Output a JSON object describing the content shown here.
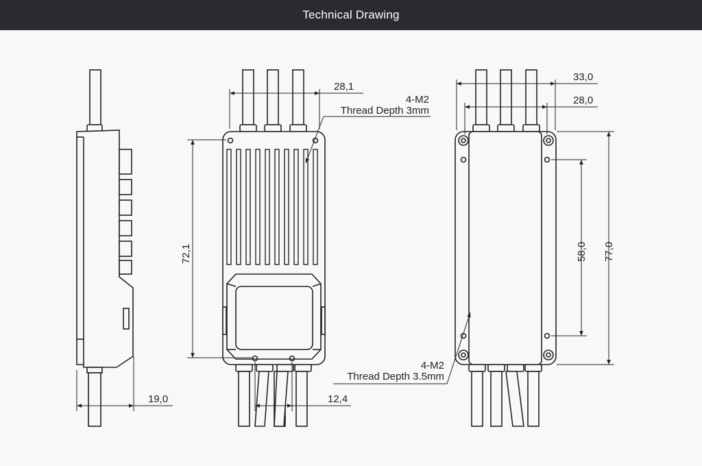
{
  "header": {
    "title": "Technical Drawing"
  },
  "dimensions": {
    "side_thickness": "19,0",
    "front_top_pitch": "28,1",
    "front_bottom_pitch": "12,4",
    "front_height": "72,1",
    "back_outer_width": "33,0",
    "back_hole_pitch": "28,0",
    "back_hole_vertical": "58,0",
    "back_height": "77,0"
  },
  "callouts": {
    "front_thread_spec": "4-M2",
    "front_thread_depth": "Thread Depth 3mm",
    "back_thread_spec": "4-M2",
    "back_thread_depth": "Thread Depth 3.5mm"
  }
}
